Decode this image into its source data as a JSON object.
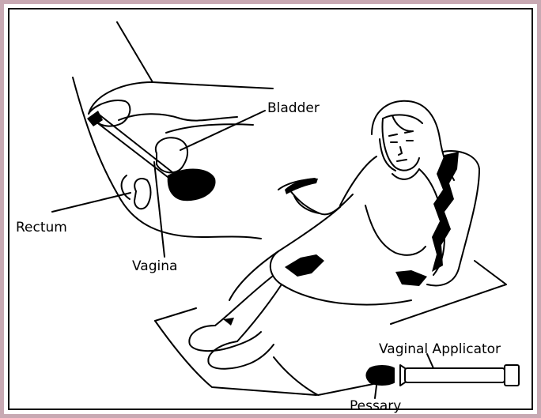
{
  "labels": {
    "bladder": "Bladder",
    "rectum": "Rectum",
    "vagina": "Vagina",
    "vaginal_applicator": "Vaginal Applicator",
    "pessary": "Pessary"
  },
  "colors": {
    "border": "#c8a9b3",
    "ink": "#000000",
    "background": "#ffffff"
  }
}
